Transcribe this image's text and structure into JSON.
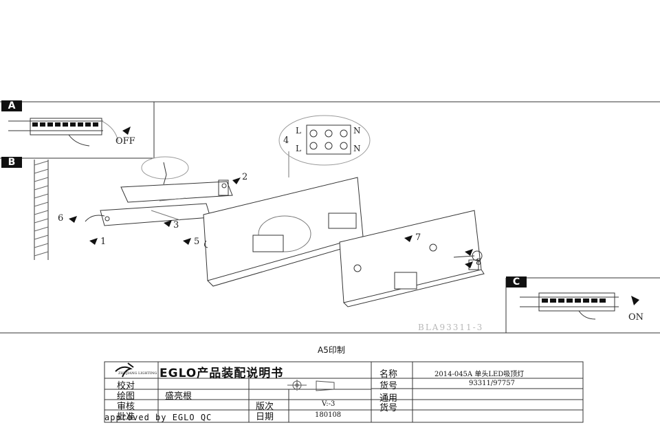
{
  "panels": {
    "a": {
      "tag": "A",
      "switch_label": "OFF"
    },
    "b": {
      "tag": "B",
      "callouts": [
        "1",
        "2",
        "3",
        "4",
        "5",
        "6",
        "7",
        "8"
      ],
      "terminal_letters": [
        "L",
        "N",
        "L",
        "N"
      ]
    },
    "c": {
      "tag": "C",
      "switch_label": "ON"
    }
  },
  "drawing_code": "BLA93311-3",
  "print_note": "A5印制",
  "title_block": {
    "logo_text": "ZHEJIANG LIGHTING",
    "doc_title": "EGLO产品装配说明书",
    "labels": {
      "check": "校对",
      "draw": "绘图",
      "review": "审核",
      "approve": "批准",
      "version": "版次",
      "date": "日期",
      "name": "名称",
      "item_no": "货号",
      "universal": "通用",
      "universal_no": "货号"
    },
    "values": {
      "drawer": "盛亮根",
      "version": "V:-3",
      "date": "180108",
      "name": "2014-045A  单头LED吸顶灯",
      "item_no": "93311/97757"
    },
    "approved_by": "approved by EGLO QC"
  },
  "colors": {
    "line": "#222222",
    "light_line": "#9a9a9a",
    "fill_dark": "#111111"
  }
}
